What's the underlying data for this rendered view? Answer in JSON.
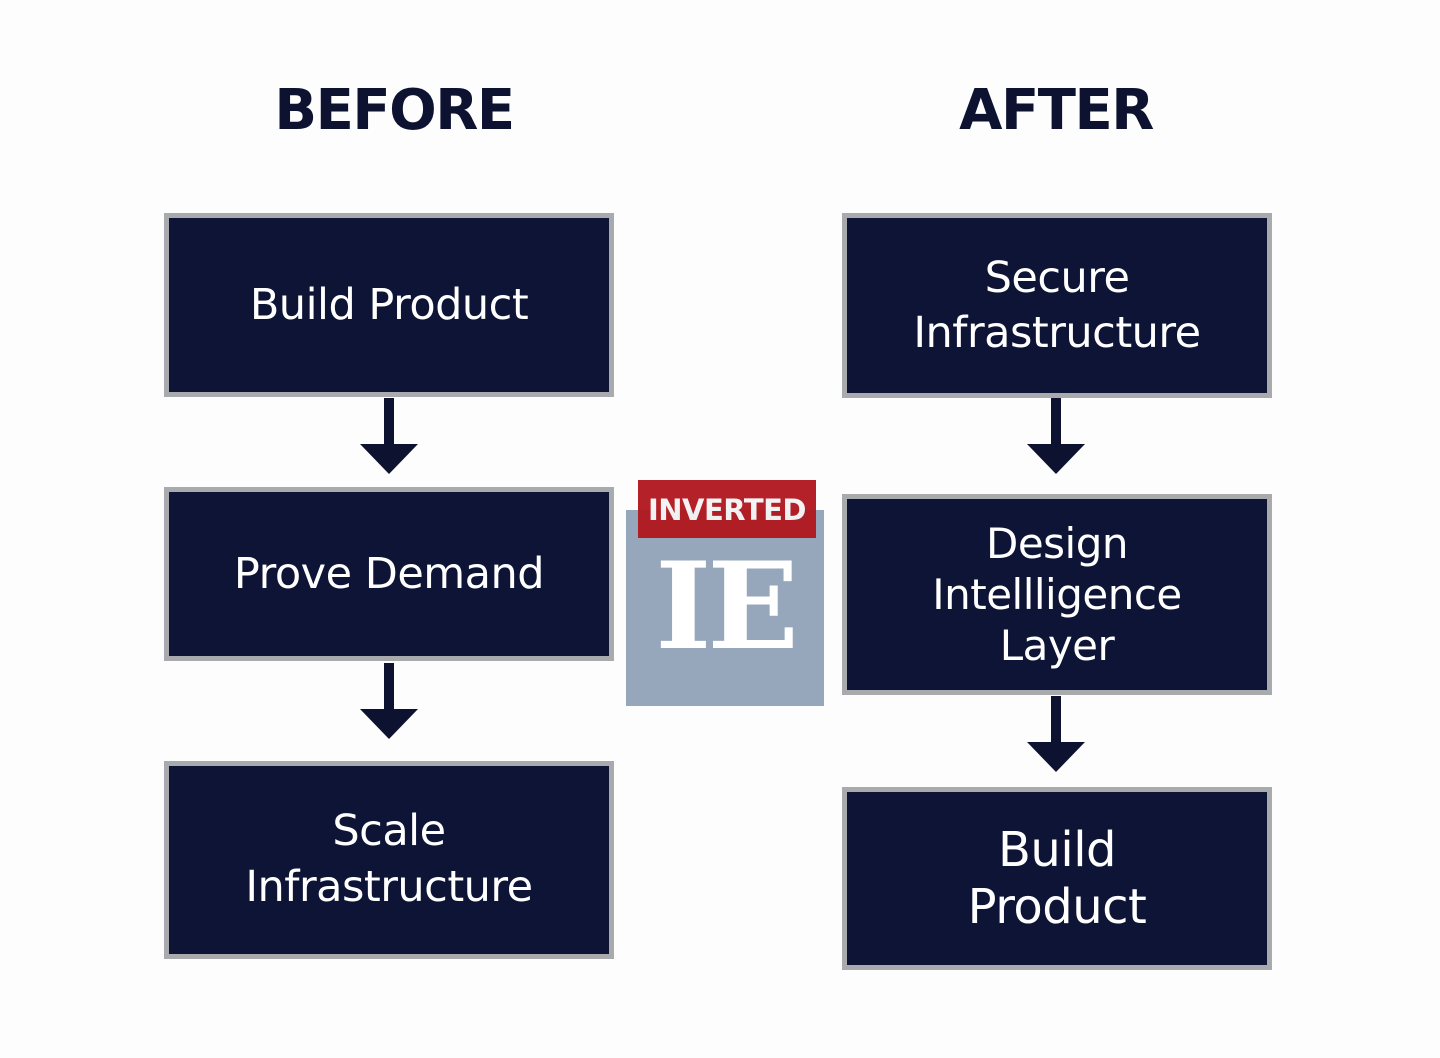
{
  "before": {
    "heading": "BEFORE",
    "steps": [
      {
        "label": "Build Product"
      },
      {
        "label": "Prove Demand"
      },
      {
        "label": "Scale\nInfrastructure"
      }
    ]
  },
  "after": {
    "heading": "AFTER",
    "steps": [
      {
        "label": "Secure\nInfrastructure"
      },
      {
        "label": "Design\nIntellligence\nLayer"
      },
      {
        "label": "Build\nProduct"
      }
    ]
  },
  "logo": {
    "banner": "INVERTED",
    "mark": "IE"
  },
  "colors": {
    "box_fill": "#0d1436",
    "box_border": "#a9aaad",
    "heading": "#0c1230",
    "arrow": "#0c1230",
    "logo_banner": "#b1161d",
    "logo_background": "#96a6bb"
  }
}
